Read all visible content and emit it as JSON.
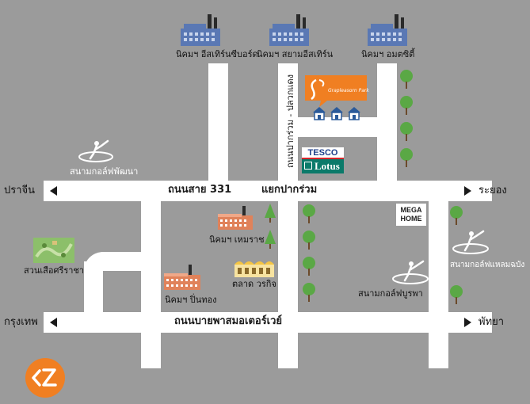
{
  "roads": {
    "highway_331": "ถนนสาย 331",
    "motorway": "ถนนบายพาสมอเตอร์เวย์",
    "pluak_daeng_road": "ถนนปากร่วม - ปลวกแดง",
    "junction": "แยกปากร่วม"
  },
  "directions": {
    "prachin": "ปราจีน",
    "rayong": "ระยอง",
    "bangkok": "กรุงเทพ",
    "pattaya": "พัทยา"
  },
  "places": {
    "eastern_seaboard": "นิคมฯ อีสเทิร์นซีบอร์ด",
    "siam_eastern": "นิคมฯ สยามอีสเทิร์น",
    "amata_city": "นิคมฯ อมตซิตี้",
    "hemaraj": "นิคมฯ เหมราช",
    "pinthong": "นิคมฯ ปิ่นทอง",
    "worakit_market": "ตลาด วรกิจ",
    "suan_suea": "สวนเสือศรีราชา",
    "golf_patana": "สนามกอล์ฟพัฒนา",
    "golf_burapha": "สนามกอล์ฟบูรพา",
    "golf_laem_chabang": "สนามกอล์ฟแหลมฉบัง"
  },
  "brands": {
    "tesco": "TESCO",
    "lotus": "Lotus",
    "mega_home_line1": "MEGA",
    "mega_home_line2": "HOME",
    "project_name": "Grapleasorn Park"
  },
  "colors": {
    "background": "#9b9b9b",
    "road": "#ffffff",
    "factory": "#5a78b4",
    "factory_orange": "#e0825a",
    "tree": "#5aa845",
    "project_orange": "#f07f22",
    "logo_orange": "#f07f22"
  }
}
